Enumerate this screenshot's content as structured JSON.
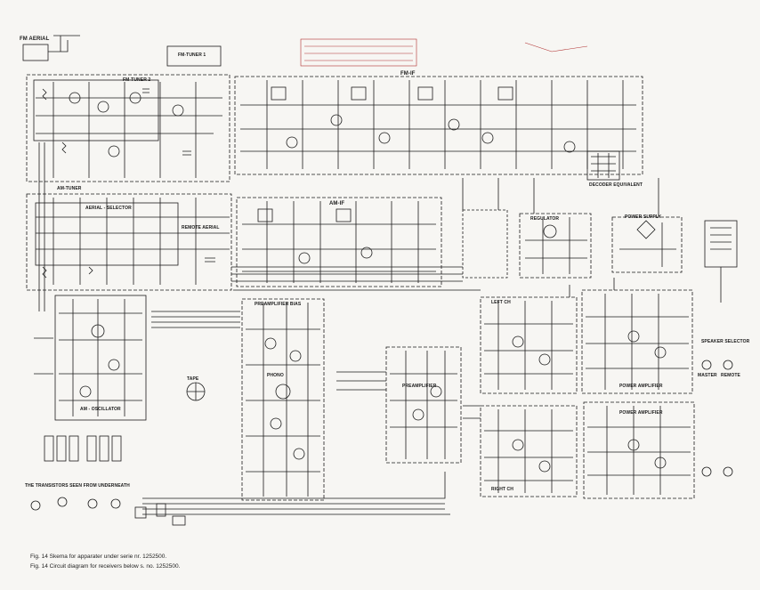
{
  "blocks": {
    "fm_aerial": "FM AERIAL",
    "fm_tuner_1": "FM-TUNER 1",
    "fm_tuner_2": "FM-TUNER 2",
    "fm_if": "FM-IF",
    "am_tuner": "AM-TUNER",
    "aerial_selector": "AERIAL - SELECTOR",
    "am_if": "AM-IF",
    "am_oscillator": "AM - OSCILLATOR",
    "regulator": "REGULATOR",
    "power_supply": "POWER SUPPLY",
    "decoder_equivalent": "DECODER EQUIVALENT",
    "preamplifier_bias": "PREAMPLIFIER BIAS",
    "preamplifier": "PREAMPLIFIER",
    "tape": "TAPE",
    "phono": "PHONO",
    "left_ch": "LEFT CH",
    "right_ch": "RIGHT CH",
    "power_amplifier": "POWER AMPLIFIER",
    "speaker_selector": "SPEAKER SELECTOR",
    "master": "MASTER",
    "remote": "REMOTE",
    "remote_aerial": "REMOTE AERIAL"
  },
  "legend": {
    "transistors_seen": "THE TRANSISTORS SEEN FROM UNDERNEATH"
  },
  "captions": {
    "fig14a": "Fig. 14   Skema for apparater under serie nr. 1252500.",
    "fig14b": "Fig. 14   Circuit diagram for receivers below s. no. 1252500."
  },
  "colors": {
    "ink": "#1c1c1c",
    "paper": "#f7f6f3",
    "annotation_red": "#b03030"
  }
}
